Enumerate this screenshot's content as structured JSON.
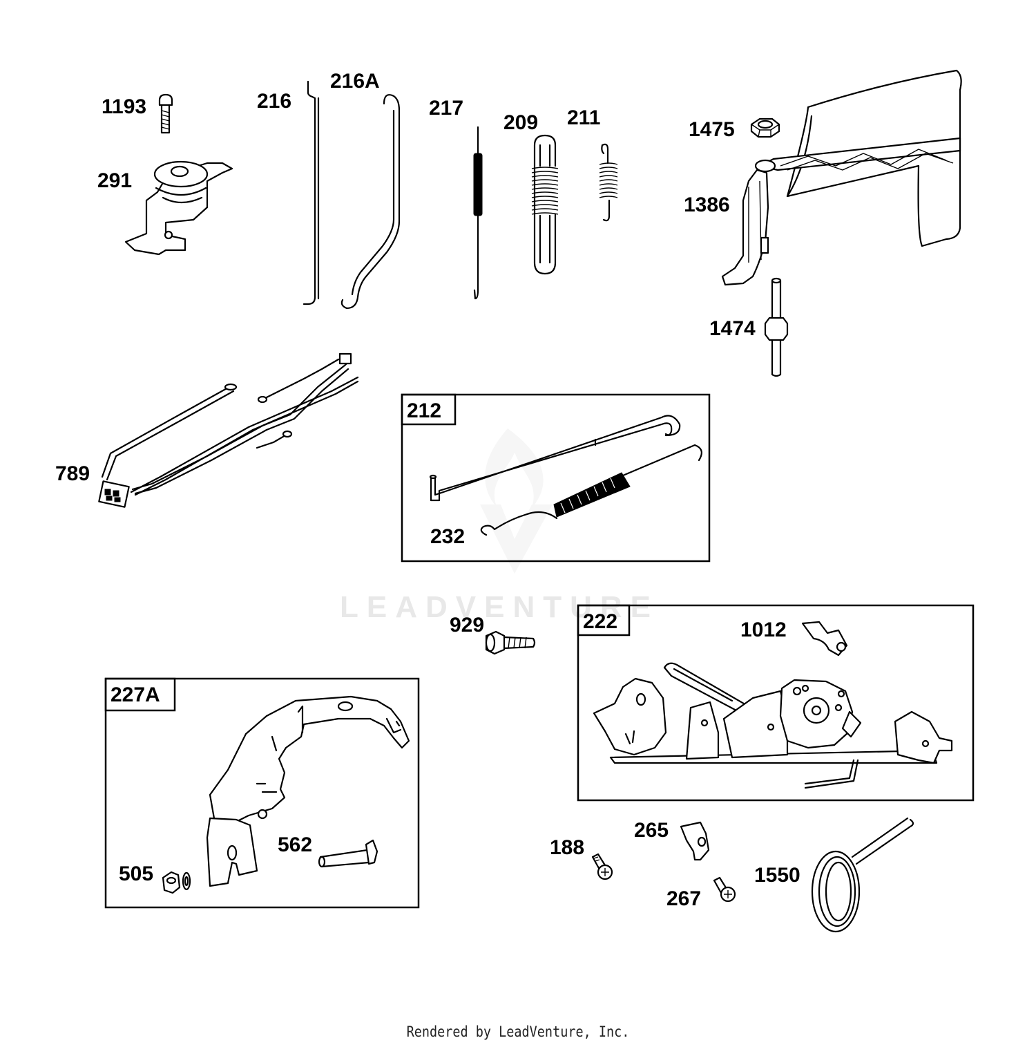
{
  "watermark": "LEADVENTURE",
  "footer": "Rendered by LeadVenture, Inc.",
  "callouts": {
    "p1193": "1193",
    "p291": "291",
    "p216": "216",
    "p216a": "216A",
    "p217": "217",
    "p209": "209",
    "p211": "211",
    "p1475": "1475",
    "p1386": "1386",
    "p1474": "1474",
    "p789": "789",
    "p232": "232",
    "p929": "929",
    "p1012": "1012",
    "p562": "562",
    "p505": "505",
    "p188": "188",
    "p265": "265",
    "p267": "267",
    "p1550": "1550"
  },
  "boxes": {
    "b212": "212",
    "b222": "222",
    "b227a": "227A"
  }
}
